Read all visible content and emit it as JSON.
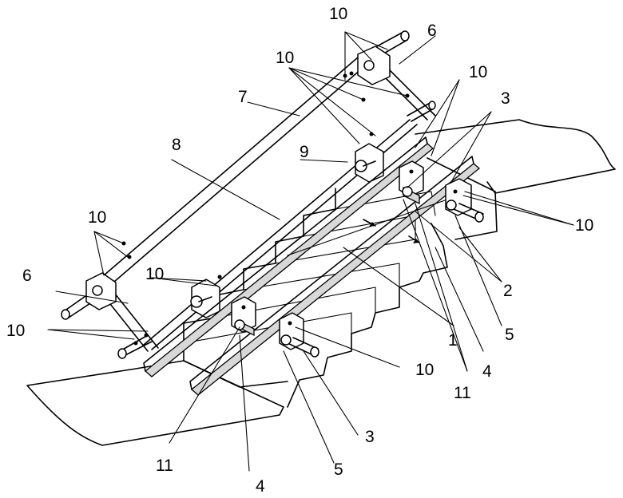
{
  "figure": {
    "labels": {
      "n1": "1",
      "n2": "2",
      "n3": "3",
      "n4": "4",
      "n5": "5",
      "n6": "6",
      "n7": "7",
      "n8": "8",
      "n9": "9",
      "n10": "10",
      "n11": "11"
    }
  }
}
